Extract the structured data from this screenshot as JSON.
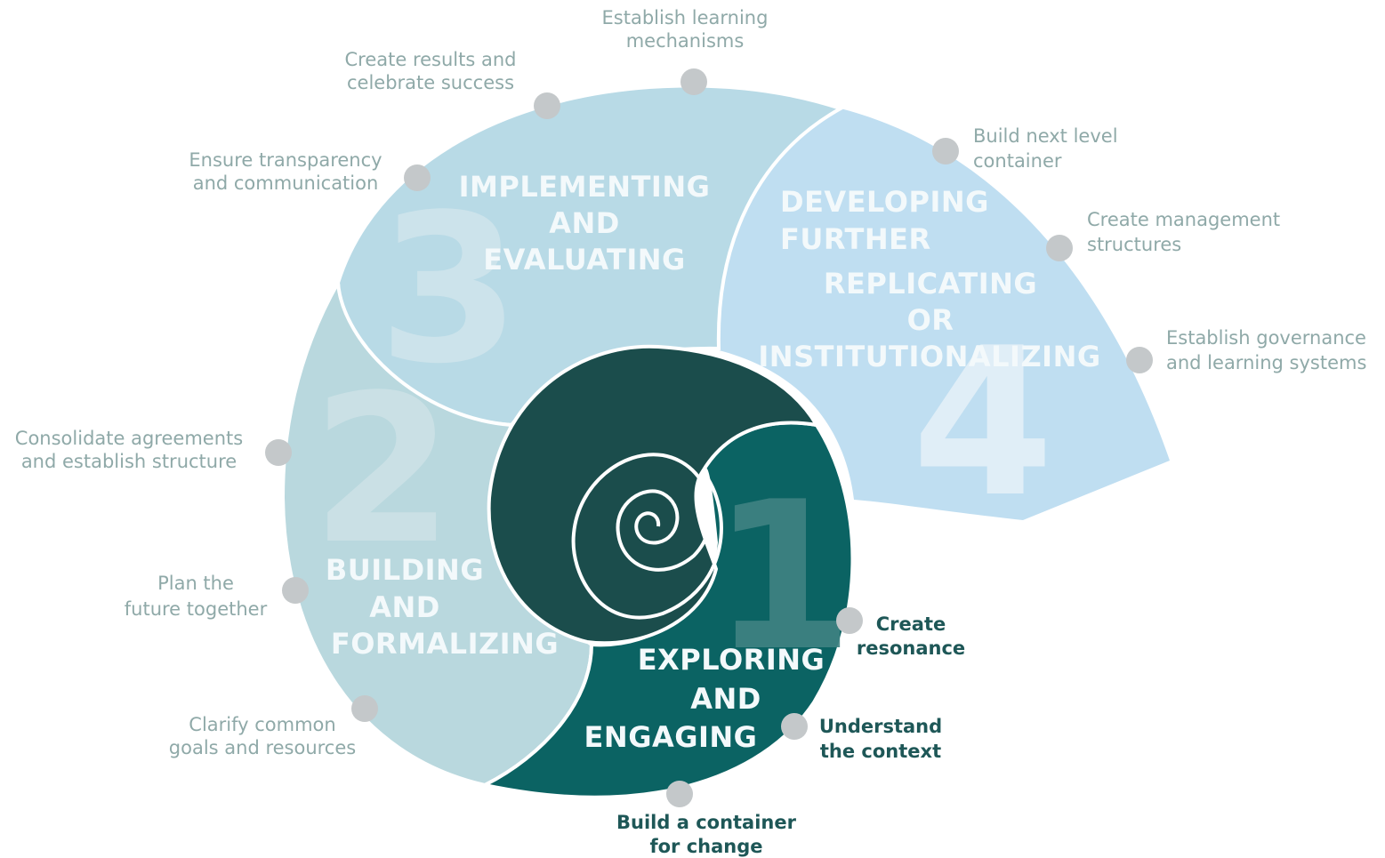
{
  "colors": {
    "phase1": "#0b6363",
    "center": "#1b4d4c",
    "phase2": "#b9d8de",
    "phase3": "#b8dae6",
    "phase4": "#bfdef1",
    "dot": "#c4c8ca",
    "callout_gray": "#8fa9a8",
    "callout_dark": "#1e5757"
  },
  "phases": [
    {
      "number": "1",
      "title_lines": [
        "EXPLORING",
        "AND",
        "ENGAGING"
      ]
    },
    {
      "number": "2",
      "title_lines": [
        "BUILDING",
        "AND",
        "FORMALIZING"
      ]
    },
    {
      "number": "3",
      "title_lines": [
        "IMPLEMENTING",
        "AND",
        "EVALUATING"
      ]
    },
    {
      "number": "4",
      "title_lines": [
        "DEVELOPING",
        "FURTHER"
      ],
      "subtitle_lines": [
        "REPLICATING",
        "OR",
        "INSTITUTIONALIZING"
      ]
    }
  ],
  "callouts": {
    "phase1": [
      [
        "Create",
        "resonance"
      ],
      [
        "Understand",
        "the context"
      ],
      [
        "Build a container",
        "for change"
      ]
    ],
    "phase2": [
      [
        "Consolidate agreements",
        "and establish structure"
      ],
      [
        "Plan the",
        "future together"
      ],
      [
        "Clarify common",
        "goals and resources"
      ]
    ],
    "phase3": [
      [
        "Ensure transparency",
        "and communication"
      ],
      [
        "Create results and",
        "celebrate success"
      ],
      [
        "Establish learning",
        "mechanisms"
      ]
    ],
    "phase4": [
      [
        "Build next level",
        "container"
      ],
      [
        "Create management",
        "structures"
      ],
      [
        "Establish governance",
        "and learning systems"
      ]
    ]
  }
}
